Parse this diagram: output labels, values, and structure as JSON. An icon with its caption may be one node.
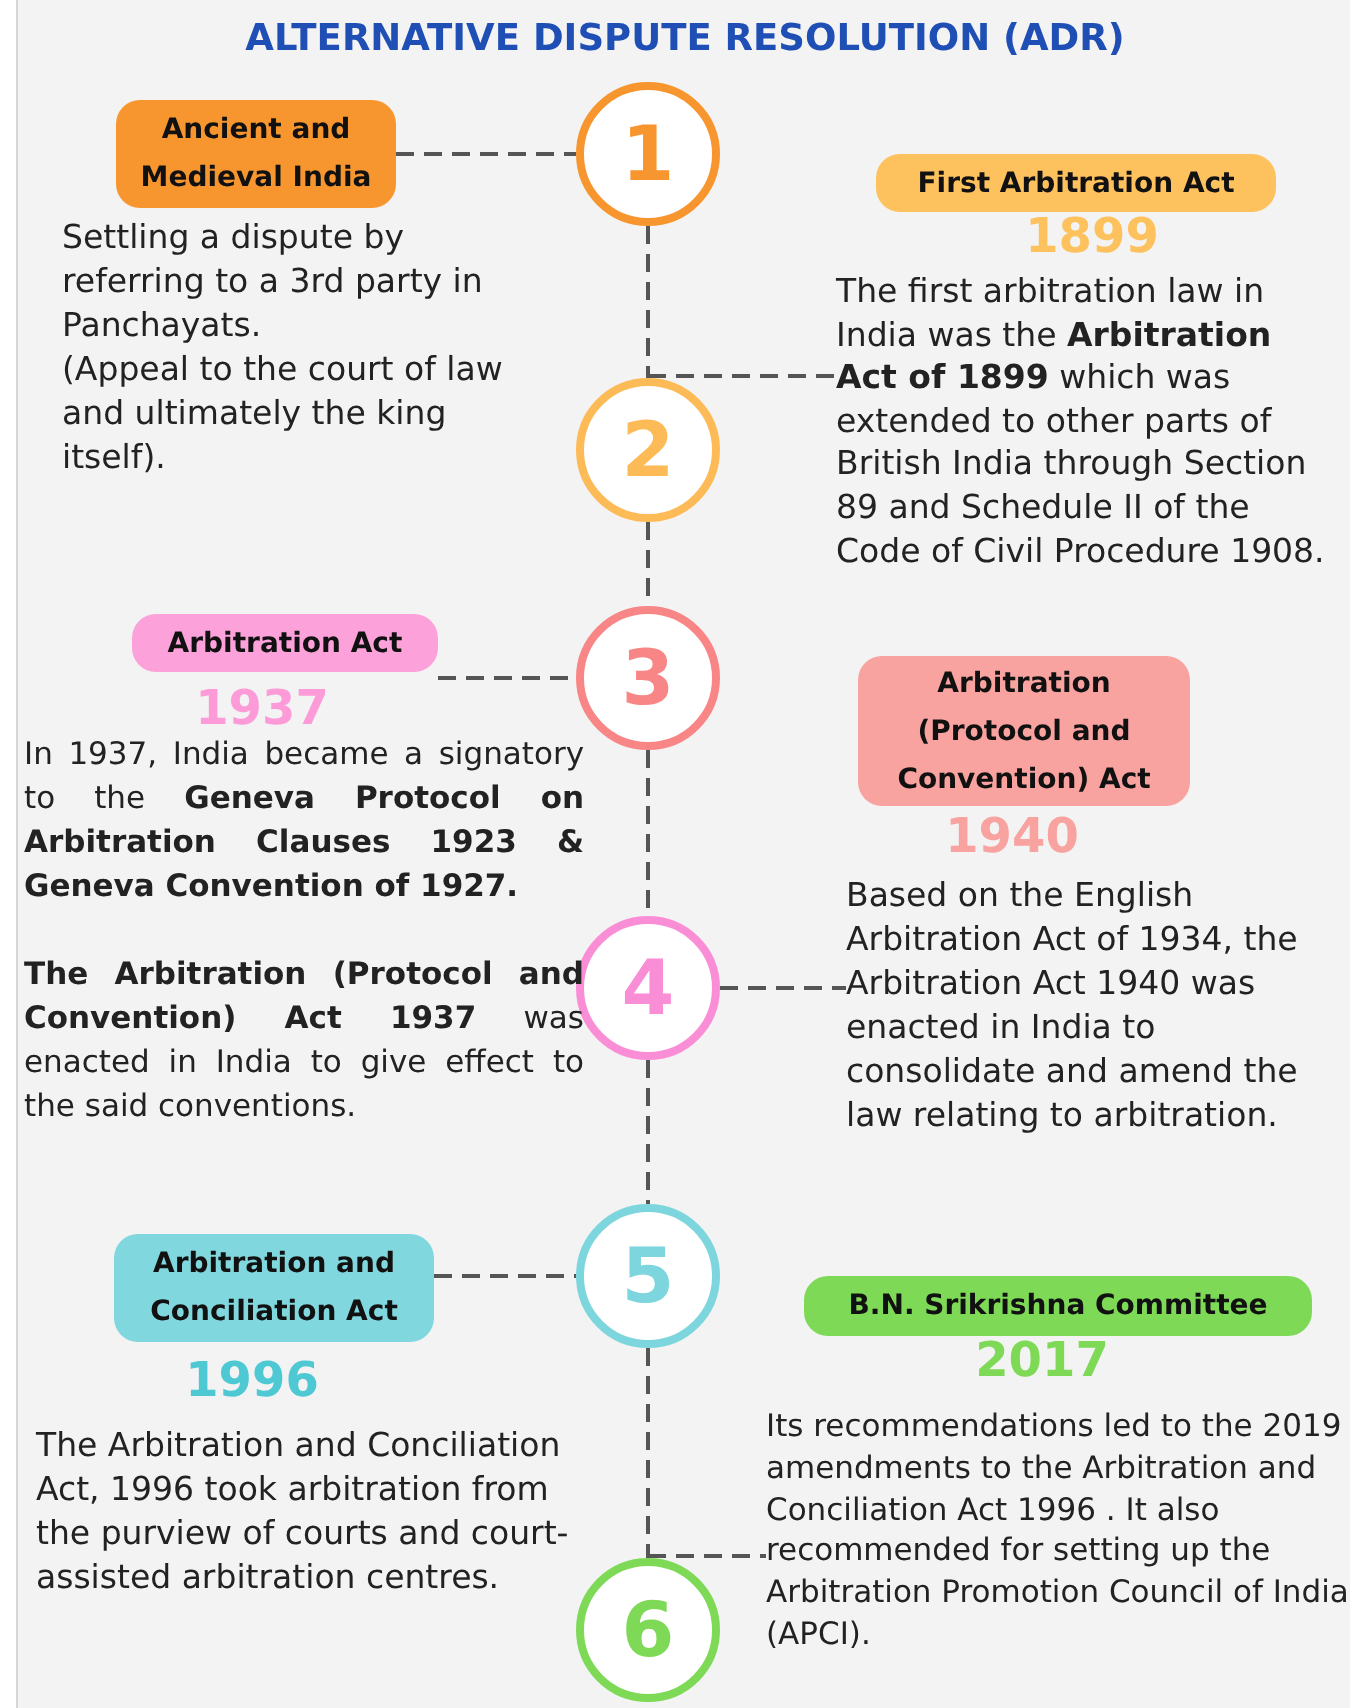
{
  "diagram": {
    "title": "ALTERNATIVE DISPUTE RESOLUTION (ADR)",
    "nodes": [
      {
        "text": [
          "Ancient and Medieval India"
        ],
        "beside": [
          "Settling a dispute by referring to a 3rd party in Panchayats.",
          "(Appeal to the court of law and ultimately the king itself)."
        ]
      },
      {
        "text": [
          "1"
        ]
      },
      {
        "text": [
          "First Arbitration Act"
        ],
        "beside": [
          "1899"
        ]
      },
      {
        "text": [
          "The first arbitration law in India was the **Arbitration Act of 1899** which was extended to other parts of British India through Section 89 and Schedule II of the Code of Civil Procedure 1908."
        ]
      },
      {
        "text": [
          "2"
        ]
      },
      {
        "text": [
          "Arbitration Act"
        ],
        "beside": [
          "1937"
        ]
      },
      {
        "text": [
          "3"
        ]
      },
      {
        "text": [
          "Arbitration (Protocol and Convention) Act"
        ],
        "beside": [
          "1940"
        ]
      },
      {
        "text": [
          "4"
        ]
      },
      {
        "text": [
          "Based on the English Arbitration Act of 1934, the Arbitration Act 1940 was enacted in India to consolidate and amend the law relating to arbitration."
        ]
      },
      {
        "text": [
          "Arbitration and Conciliation Act"
        ],
        "beside": [
          "1996"
        ]
      },
      {
        "text": [
          "5"
        ]
      },
      {
        "text": [
          "B.N. Srikrishna Committee"
        ],
        "beside": [
          "2017"
        ]
      },
      {
        "text": [
          "6"
        ]
      },
      {
        "text": [
          "Its recommendations led to the 2019 amendments to the Arbitration and Conciliation Act 1996 . It also recommended for setting up the Arbitration Promotion Council of India (APCI)."
        ]
      }
    ],
    "edges": [
      {
        "from": 0,
        "to": 1,
        "arrow": "none"
      },
      {
        "from": 1,
        "to": 4,
        "arrow": "none"
      },
      {
        "from": 4,
        "to": 3,
        "arrow": "none"
      },
      {
        "from": 4,
        "to": 6,
        "arrow": "none"
      },
      {
        "from": 5,
        "to": 6,
        "arrow": "none"
      },
      {
        "from": 6,
        "to": 8,
        "arrow": "none"
      },
      {
        "from": 8,
        "to": 9,
        "arrow": "none"
      },
      {
        "from": 8,
        "to": 11,
        "arrow": "none"
      },
      {
        "from": 10,
        "to": 11,
        "arrow": "none"
      },
      {
        "from": 11,
        "to": 13,
        "arrow": "none"
      },
      {
        "from": 13,
        "to": 14,
        "arrow": "none"
      }
    ],
    "labels": [
      "In 1937, India became a signatory to the **Geneva Protocol on Arbitration Clauses 1923 & Geneva Convention of 1927.**",
      "**The Arbitration (Protocol and Convention) Act 1937** was enacted in India to give effect to the said conventions.",
      "The Arbitration and Conciliation Act, 1996 took arbitration from the purview of courts and court-assisted arbitration centres."
    ]
  }
}
